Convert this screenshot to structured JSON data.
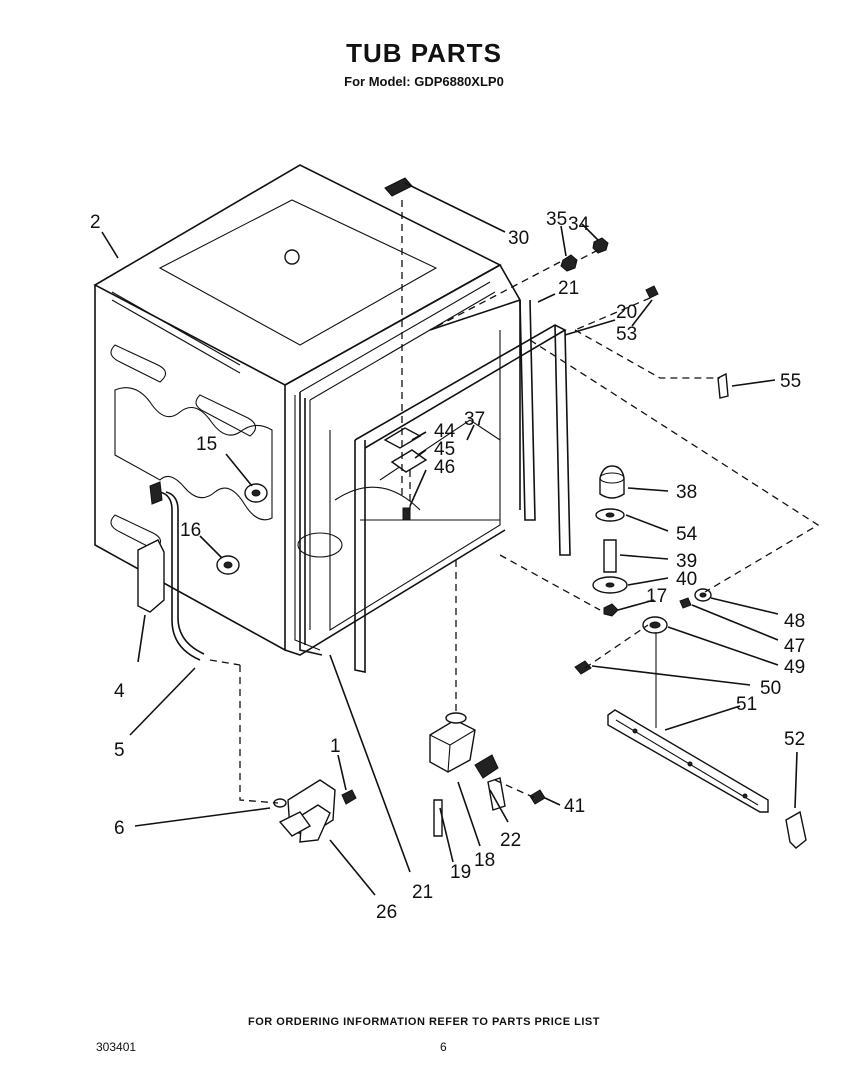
{
  "header": {
    "title": "TUB PARTS",
    "model_line": "For Model: GDP6880XLP0"
  },
  "footer": {
    "ordering_note": "FOR ORDERING INFORMATION REFER TO PARTS PRICE LIST",
    "document_number": "303401",
    "page_number": "6"
  },
  "callouts": [
    "2",
    "30",
    "34",
    "35",
    "21",
    "20",
    "53",
    "55",
    "44",
    "37",
    "45",
    "46",
    "15",
    "16",
    "38",
    "54",
    "39",
    "40",
    "17",
    "48",
    "47",
    "49",
    "50",
    "51",
    "52",
    "4",
    "5",
    "1",
    "6",
    "26",
    "21",
    "19",
    "18",
    "22",
    "41"
  ]
}
